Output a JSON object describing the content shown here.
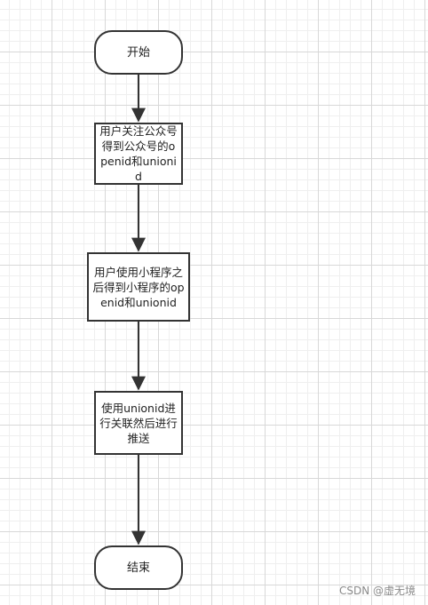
{
  "flowchart": {
    "start": "开始",
    "step1": "用户关注公众号得到公众号的openid和unionid",
    "step2": "用户使用小程序之后得到小程序的openid和unionid",
    "step3": "使用unionid进行关联然后进行推送",
    "end": "结束"
  },
  "watermark": "CSDN @虚无境",
  "colors": {
    "stroke": "#333333",
    "node_fill": "#ffffff",
    "grid": "#d8d8d8"
  }
}
